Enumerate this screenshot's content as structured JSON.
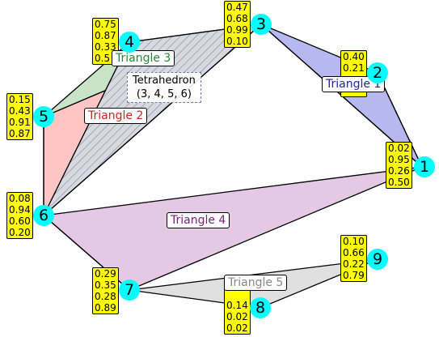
{
  "vertices": [
    {
      "id": "1",
      "values": [
        "0.02",
        "0.95",
        "0.26",
        "0.50"
      ]
    },
    {
      "id": "2",
      "values": [
        "0.40",
        "0.21",
        "",
        ""
      ]
    },
    {
      "id": "3",
      "values": [
        "0.47",
        "0.68",
        "0.99",
        "0.10"
      ]
    },
    {
      "id": "4",
      "values": [
        "0.75",
        "0.87",
        "0.33",
        "0.5"
      ]
    },
    {
      "id": "5",
      "values": [
        "0.15",
        "0.43",
        "0.91",
        "0.87"
      ]
    },
    {
      "id": "6",
      "values": [
        "0.08",
        "0.94",
        "0.60",
        "0.20"
      ]
    },
    {
      "id": "7",
      "values": [
        "0.29",
        "0.35",
        "0.28",
        "0.89"
      ]
    },
    {
      "id": "8",
      "values": [
        "",
        "0.14",
        "0.02",
        "0.02"
      ]
    },
    {
      "id": "9",
      "values": [
        "0.10",
        "0.66",
        "0.22",
        "0.79"
      ]
    }
  ],
  "triangles": [
    {
      "label": "Triangle 1",
      "color": "#2222aa"
    },
    {
      "label": "Triangle 2",
      "color": "#cc2222"
    },
    {
      "label": "Triangle 3",
      "color": "#228833"
    },
    {
      "label": "Triangle 4",
      "color": "#7a1f7a"
    },
    {
      "label": "Triangle 5",
      "color": "#888888"
    }
  ],
  "tetrahedron": {
    "label": "Tetrahedron",
    "vertices": "(3, 4, 5, 6)"
  },
  "colors": {
    "node": "#00ffff",
    "value_box": "#ffff00",
    "triangle1_fill": "#b8b8f0",
    "triangle2_fill": "#ffc4c4",
    "triangle3_fill": "#c8e4c8",
    "triangle4_fill": "#e4c8e4",
    "triangle5_fill": "#e0e0e0"
  }
}
